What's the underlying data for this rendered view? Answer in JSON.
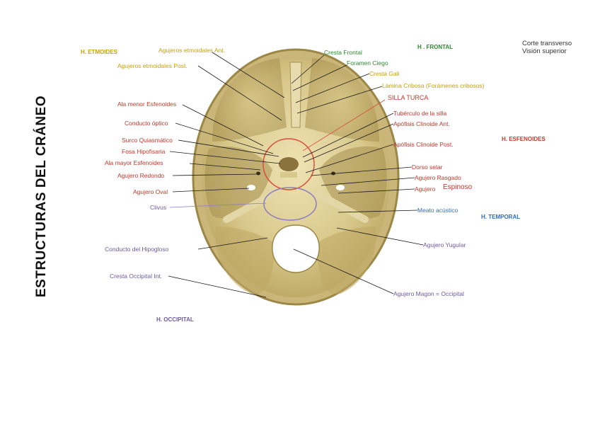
{
  "title": "ESTRUCTURAS DEL CRÁNEO",
  "note": {
    "line1": "Corte transverso",
    "line2": "Visión superior"
  },
  "bones": {
    "etmoides": "H. ETMOIDES",
    "frontal": "H . FRONTAL",
    "esfenoides": "H. ESFENOIDES",
    "temporal": "H. TEMPORAL",
    "occipital": "H. OCCIPITAL"
  },
  "labels": {
    "agujeros_etmoidales_ant": "Agujeros etmoidales Ant.",
    "agujeros_etmoidales_post": "Agujeros etmoidales Post.",
    "cresta_frontal": "Cresta Frontal",
    "foramen_ciego": "Foramen Ciego",
    "cresta_gali": "Cresta Gali",
    "lamina_cribosa": "Lámina Cribosa (Forámenes cribosos)",
    "silla_turca": "SILLA TURCA",
    "tuberculo_silla": "Tubérculo de la silla",
    "apofisis_clinoide_ant": "Apófisis Clinoide Ant.",
    "apofisis_clinoide_post": "Apófisis Clinoide Post.",
    "dorso_selar": "Dorso selar",
    "agujero_rasgado": "Agujero Rasgado",
    "agujero_espinoso_a": "Agujero",
    "agujero_espinoso_b": "Espinoso",
    "meato_acustico": "Meato acústico",
    "agujero_yugular": "Agujero Yugular",
    "agujero_magno": "Agujero Magon = Occipital",
    "ala_menor": "Ala menor Esfenoides",
    "conducto_optico": "Conducto óptico",
    "surco_quiasmatico": "Surco Quiasmático",
    "fosa_hipofisaria": "Fosa Hipofisaria",
    "ala_mayor": "Ala mayor Esfenoides",
    "agujero_redondo": "Agujero Redondo",
    "agujero_oval": "Agujero Oval",
    "clivus": "Clivus",
    "conducto_hipogloso": "Conducto del Hipogloso",
    "cresta_occipital_int": "Cresta Occipital Int."
  }
}
